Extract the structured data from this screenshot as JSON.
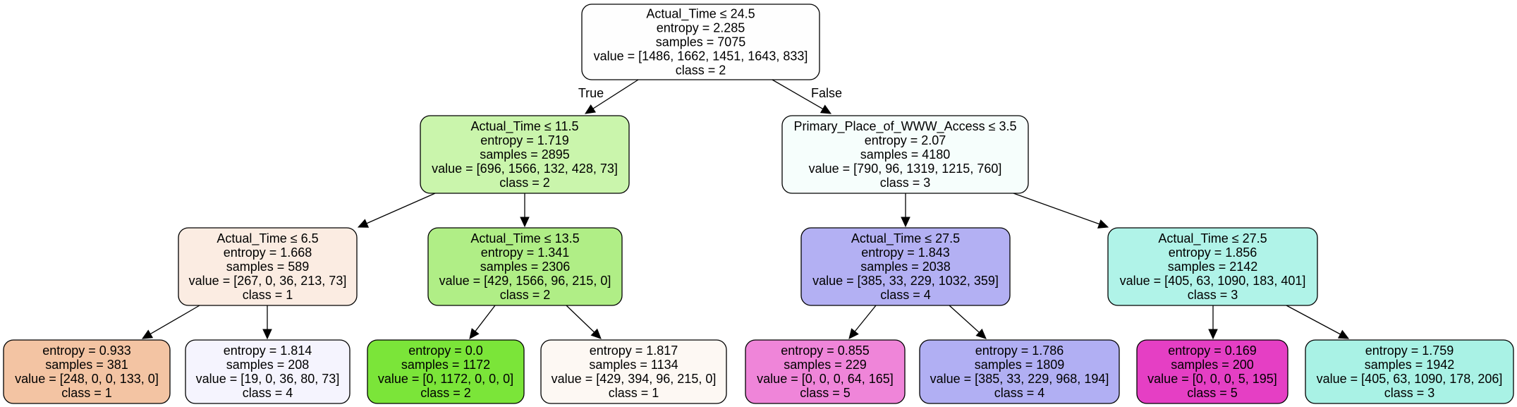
{
  "edge_labels": {
    "true_label": "True",
    "false_label": "False"
  },
  "nodes": [
    {
      "id": "root",
      "lines": [
        "Actual_Time ≤ 24.5",
        "entropy = 2.285",
        "samples = 7075",
        "value = [1486, 1662, 1451, 1643, 833]",
        "class = 2"
      ],
      "color": "#fefefe"
    },
    {
      "id": "n1",
      "lines": [
        "Actual_Time ≤ 11.5",
        "entropy = 1.719",
        "samples = 2895",
        "value = [696, 1566, 132, 428, 73]",
        "class = 2"
      ],
      "color": "#caf5ac"
    },
    {
      "id": "n2",
      "lines": [
        "Primary_Place_of_WWW_Access ≤ 3.5",
        "entropy = 2.07",
        "samples = 4180",
        "value = [790, 96, 1319, 1215, 760]",
        "class = 3"
      ],
      "color": "#f6fefc"
    },
    {
      "id": "n3",
      "lines": [
        "Actual_Time ≤ 6.5",
        "entropy = 1.668",
        "samples = 589",
        "value = [267, 0, 36, 213, 73]",
        "class = 1"
      ],
      "color": "#fbece2"
    },
    {
      "id": "n4",
      "lines": [
        "Actual_Time ≤ 13.5",
        "entropy = 1.341",
        "samples = 2306",
        "value = [429, 1566, 96, 215, 0]",
        "class = 2"
      ],
      "color": "#b0ee86"
    },
    {
      "id": "n5",
      "lines": [
        "Actual_Time ≤ 27.5",
        "entropy = 1.843",
        "samples = 2038",
        "value = [385, 33, 229, 1032, 359]",
        "class = 4"
      ],
      "color": "#b3b0f3"
    },
    {
      "id": "n6",
      "lines": [
        "Actual_Time ≤ 27.5",
        "entropy = 1.856",
        "samples = 2142",
        "value = [405, 63, 1090, 183, 401]",
        "class = 3"
      ],
      "color": "#b0f3e8"
    },
    {
      "id": "n7",
      "lines": [
        "entropy = 0.933",
        "samples = 381",
        "value = [248, 0, 0, 133, 0]",
        "class = 1"
      ],
      "color": "#f3c4a3"
    },
    {
      "id": "n8",
      "lines": [
        "entropy = 1.814",
        "samples = 208",
        "value = [19, 0, 36, 80, 73]",
        "class = 4"
      ],
      "color": "#f5f4fe"
    },
    {
      "id": "n9",
      "lines": [
        "entropy = 0.0",
        "samples = 1172",
        "value = [0, 1172, 0, 0, 0]",
        "class = 2"
      ],
      "color": "#7be539"
    },
    {
      "id": "n10",
      "lines": [
        "entropy = 1.817",
        "samples = 1134",
        "value = [429, 394, 96, 215, 0]",
        "class = 1"
      ],
      "color": "#fdf8f3"
    },
    {
      "id": "n11",
      "lines": [
        "entropy = 0.855",
        "samples = 229",
        "value = [0, 0, 0, 64, 165]",
        "class = 5"
      ],
      "color": "#ef85d9"
    },
    {
      "id": "n12",
      "lines": [
        "entropy = 1.786",
        "samples = 1809",
        "value = [385, 33, 229, 968, 194]",
        "class = 4"
      ],
      "color": "#b1aff3"
    },
    {
      "id": "n13",
      "lines": [
        "entropy = 0.169",
        "samples = 200",
        "value = [0, 0, 0, 5, 195]",
        "class = 5"
      ],
      "color": "#e53fc4"
    },
    {
      "id": "n14",
      "lines": [
        "entropy = 1.759",
        "samples = 1942",
        "value = [405, 63, 1090, 178, 206]",
        "class = 3"
      ],
      "color": "#a9f2e5"
    }
  ],
  "edges": [
    {
      "from": "root",
      "to": "n1"
    },
    {
      "from": "root",
      "to": "n2"
    },
    {
      "from": "n1",
      "to": "n3"
    },
    {
      "from": "n1",
      "to": "n4"
    },
    {
      "from": "n2",
      "to": "n5"
    },
    {
      "from": "n2",
      "to": "n6"
    },
    {
      "from": "n3",
      "to": "n7"
    },
    {
      "from": "n3",
      "to": "n8"
    },
    {
      "from": "n4",
      "to": "n9"
    },
    {
      "from": "n4",
      "to": "n10"
    },
    {
      "from": "n5",
      "to": "n11"
    },
    {
      "from": "n5",
      "to": "n12"
    },
    {
      "from": "n6",
      "to": "n13"
    },
    {
      "from": "n6",
      "to": "n14"
    }
  ]
}
